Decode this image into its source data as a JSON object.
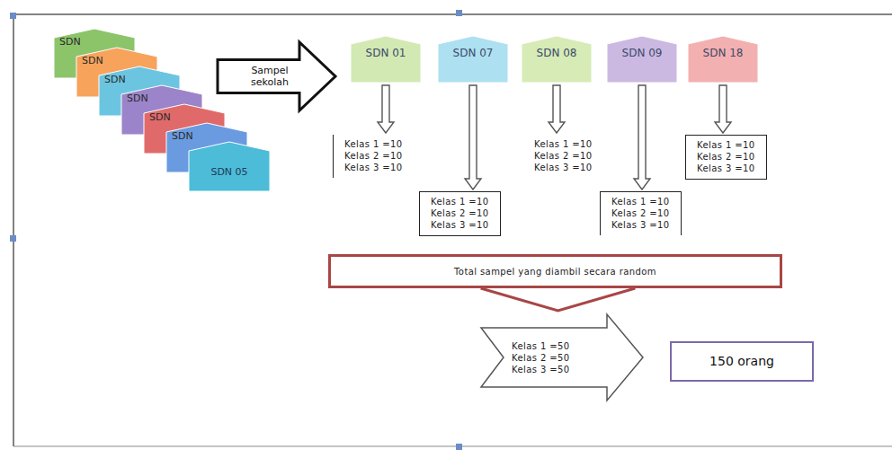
{
  "diagram": {
    "nodes": [
      {
        "text": [
          "SDN"
        ]
      },
      {
        "text": [
          "SDN"
        ]
      },
      {
        "text": [
          "SDN"
        ]
      },
      {
        "text": [
          "SDN"
        ]
      },
      {
        "text": [
          "SDN"
        ]
      },
      {
        "text": [
          "SDN"
        ]
      },
      {
        "text": [
          "SDN 05"
        ]
      },
      {
        "text": [
          "Sampel sekolah"
        ]
      },
      {
        "text": [
          "SDN 01"
        ]
      },
      {
        "text": [
          "SDN 07"
        ]
      },
      {
        "text": [
          "SDN 08"
        ]
      },
      {
        "text": [
          "SDN 09"
        ]
      },
      {
        "text": [
          "SDN 18"
        ]
      },
      {
        "text": [
          "Kelas 1 =10",
          "Kelas 2 =10",
          "Kelas 3 =10"
        ]
      },
      {
        "text": [
          "Kelas 1 =10",
          "Kelas 2 =10",
          "Kelas 3 =10"
        ]
      },
      {
        "text": [
          "Kelas 1 =10",
          "Kelas 2 =10",
          "Kelas 3 =10"
        ]
      },
      {
        "text": [
          "Kelas 1 =10",
          "Kelas 2 =10",
          "Kelas 3 =10"
        ]
      },
      {
        "text": [
          "Kelas 1 =10",
          "Kelas 2 =10",
          "Kelas 3 =10"
        ]
      },
      {
        "text": [
          "Total sampel yang diambil secara random"
        ]
      },
      {
        "text": [
          "Kelas 1 =50",
          "Kelas 2 =50",
          "Kelas 3 =50"
        ]
      },
      {
        "text": [
          "150 orang"
        ]
      }
    ],
    "edges": [
      {
        "from": 8,
        "to": 13,
        "arrow": "to"
      },
      {
        "from": 9,
        "to": 14,
        "arrow": "to"
      },
      {
        "from": 10,
        "to": 15,
        "arrow": "to"
      },
      {
        "from": 11,
        "to": 16,
        "arrow": "to"
      },
      {
        "from": 12,
        "to": 17,
        "arrow": "to"
      }
    ]
  }
}
